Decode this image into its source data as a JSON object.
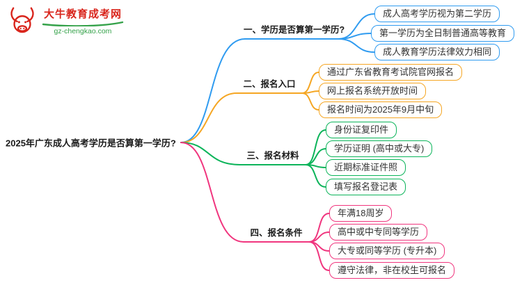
{
  "logo": {
    "title": "大牛教育成考网",
    "subtitle": "gz-chengkao.com",
    "title_color": "#d9251c",
    "subtitle_color": "#35a24a"
  },
  "root": {
    "label": "2025年广东成人高考学历是否算第一学历?"
  },
  "branches": [
    {
      "label": "一、学历是否算第一学历?",
      "color": "#2f9bf0",
      "children": [
        "成人高考学历视为第二学历",
        "第一学历为全日制普通高等教育",
        "成人教育学历法律效力相同"
      ]
    },
    {
      "label": "二、报名入口",
      "color": "#f5a623",
      "children": [
        "通过广东省教育考试院官网报名",
        "网上报名系统开放时间",
        "报名时间为2025年9月中旬"
      ]
    },
    {
      "label": "三、报名材料",
      "color": "#0cb45a",
      "children": [
        "身份证复印件",
        "学历证明 (高中或大专)",
        "近期标准证件照",
        "填写报名登记表"
      ]
    },
    {
      "label": "四、报名条件",
      "color": "#f0357e",
      "children": [
        "年满18周岁",
        "高中或中专同等学历",
        "大专或同等学历 (专升本)",
        "遵守法律，非在校生可报名"
      ]
    }
  ]
}
